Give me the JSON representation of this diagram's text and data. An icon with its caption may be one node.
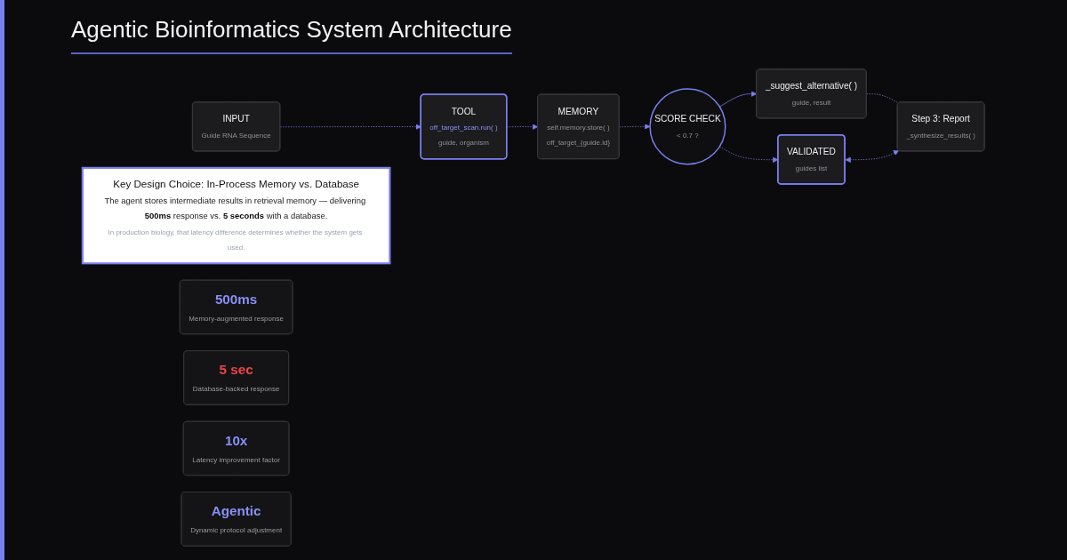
{
  "diagram": {
    "title": "Agentic Bioinformatics System Architecture",
    "nodes": [
      {
        "text": [
          "INPUT",
          "Guide RNA Sequence"
        ]
      },
      {
        "text": [
          "TOOL",
          "off_target_scan.run( )",
          "guide, organism"
        ]
      },
      {
        "text": [
          "MEMORY",
          "self.memory.store( )",
          "off_target_{guide.id}"
        ]
      },
      {
        "text": [
          "SCORE CHECK",
          "< 0.7 ?"
        ]
      },
      {
        "text": [
          "VALIDATED",
          "guides list"
        ]
      },
      {
        "text": [
          "_suggest_alternative( )",
          "guide, result"
        ]
      },
      {
        "text": [
          "Step 3: Report",
          "_synthesize_results( )"
        ]
      },
      {
        "text": [
          "Key Design Choice: In-Process Memory vs. Database",
          "The agent stores intermediate results in retrieval memory — delivering **500ms** response vs. **5 seconds** with a database.",
          "In production biology, that latency difference determines whether the system gets used."
        ]
      },
      {
        "text": [
          "500ms",
          "Memory-augmented response"
        ]
      },
      {
        "text": [
          "5 sec",
          "Database-backed response"
        ]
      },
      {
        "text": [
          "10x",
          "Latency improvement factor"
        ]
      },
      {
        "text": [
          "Agentic",
          "Dynamic protocol adjustment"
        ]
      }
    ],
    "edges": [
      {
        "from": 0,
        "to": 1,
        "arrow": "to",
        "style": "dashed"
      },
      {
        "from": 1,
        "to": 2,
        "arrow": "to",
        "style": "dashed"
      },
      {
        "from": 2,
        "to": 3,
        "arrow": "to",
        "style": "dashed"
      },
      {
        "from": 3,
        "to": 4,
        "arrow": "to",
        "style": "dashed"
      },
      {
        "from": 3,
        "to": 5,
        "arrow": "to"
      },
      {
        "from": 5,
        "to": 6,
        "arrow": "none",
        "style": "dashed"
      },
      {
        "from": 4,
        "to": 6,
        "arrow": "both",
        "style": "dashed"
      }
    ]
  }
}
